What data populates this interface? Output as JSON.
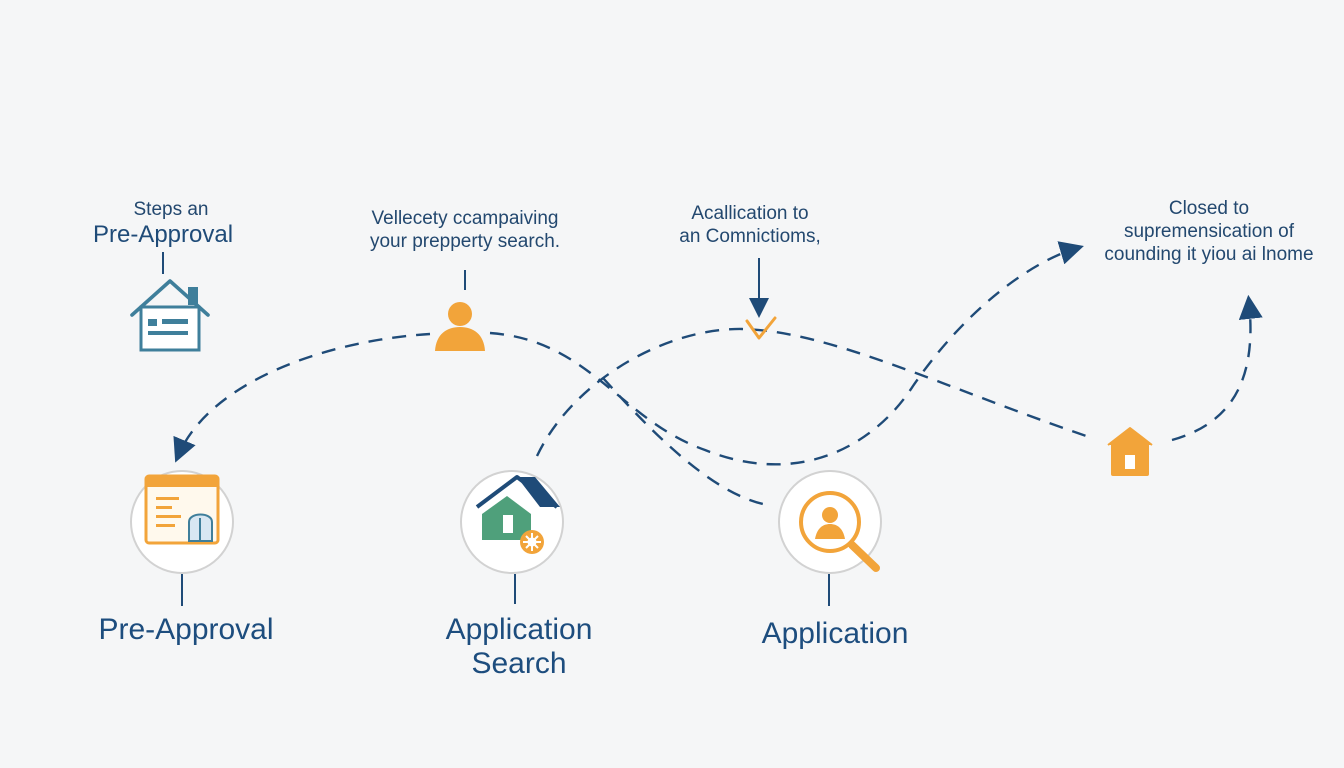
{
  "top": {
    "preapproval": {
      "line1": "Steps an",
      "line2": "Pre-Approval"
    },
    "property": {
      "line1": "Vellecety ccampaiving",
      "line2": "your prepperty search."
    },
    "application": {
      "line1": "Acallication to",
      "line2": "an Comnictioms,"
    },
    "closed": {
      "line1": "Closed to",
      "line2": "supremensication of",
      "line3": "counding it yiou ai lnome"
    }
  },
  "bottom": {
    "preapproval": {
      "label": "Pre-Approval"
    },
    "search": {
      "line1": "Application",
      "line2": "Search"
    },
    "application": {
      "label": "Application"
    }
  },
  "icons": [
    "house-document-icon",
    "person-icon",
    "checkmark-icon",
    "small-house-icon",
    "document-window-icon",
    "house-gear-icon",
    "magnifier-person-icon"
  ],
  "colors": {
    "navy": "#1f4b78",
    "teal": "#3f7f9b",
    "orange": "#f2a43a",
    "green": "#4fa07b",
    "circle_border": "#cfcfcf"
  }
}
